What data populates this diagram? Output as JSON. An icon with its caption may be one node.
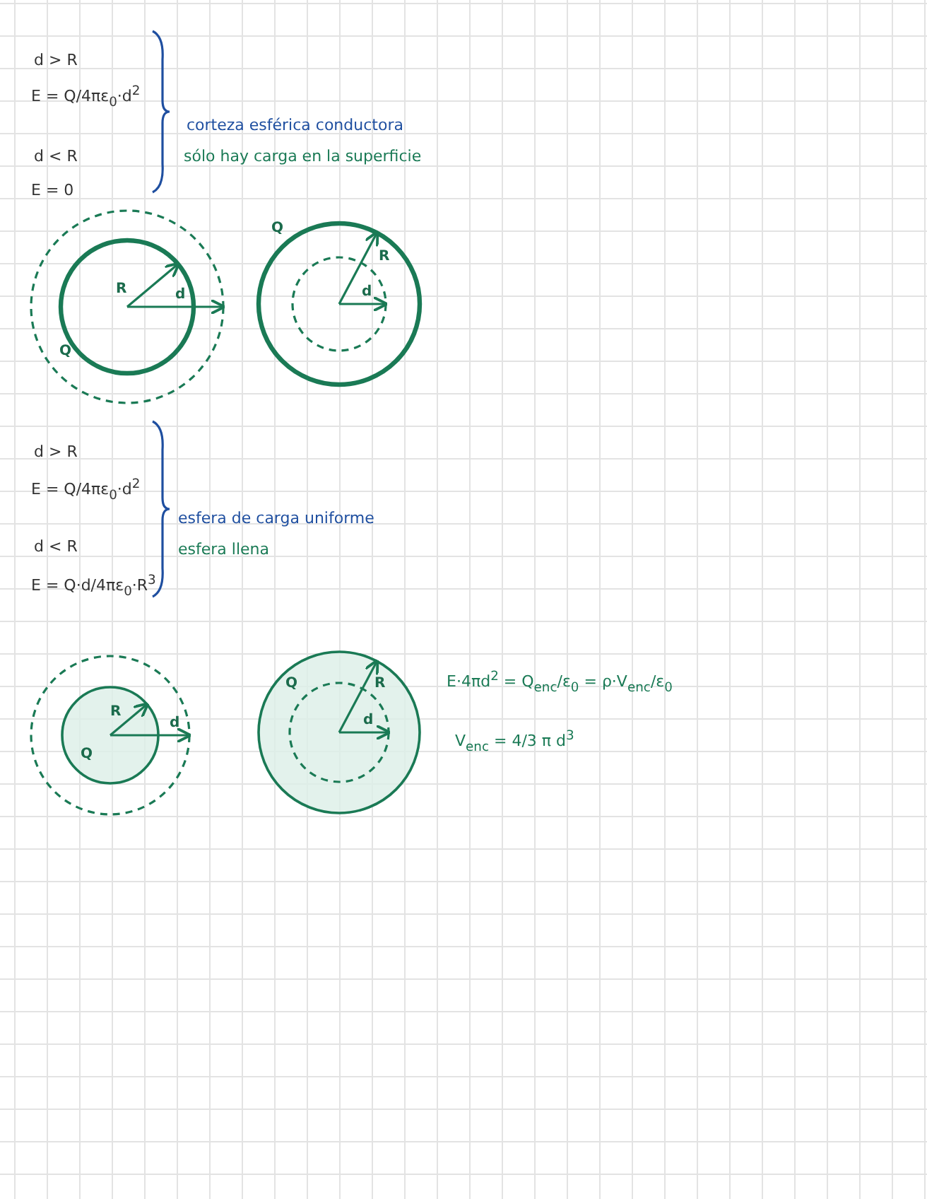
{
  "diagram": {
    "nodes": [
      {
        "text": [
          "R",
          "d",
          "Q"
        ]
      },
      {
        "text": [
          "Q",
          "R",
          "d"
        ]
      },
      {
        "text": [
          "R",
          "d",
          "Q"
        ]
      },
      {
        "text": [
          "Q",
          "R",
          "d"
        ]
      }
    ],
    "edges": [],
    "labels": [
      "d > R",
      "E = Q/4πε$_{0}$·d$^{2}$",
      "d < R",
      "E = 0",
      "corteza esférica conductora",
      "sólo hay carga en la superficie",
      "d > R",
      "E = Q/4πε$_{0}$·d$^{2}$",
      "d < R",
      "E = Q·d/4πε$_{0}$·R$^{3}$",
      "esfera de carga uniforme",
      "esfera llena",
      "E·4πd$^{2}$ = Q$_{enc}$/ε$_{0}$ = ρ·V$_{enc}$/ε$_{0}$",
      "V$_{enc}$ = 4/3 π d$^{3}$"
    ]
  }
}
